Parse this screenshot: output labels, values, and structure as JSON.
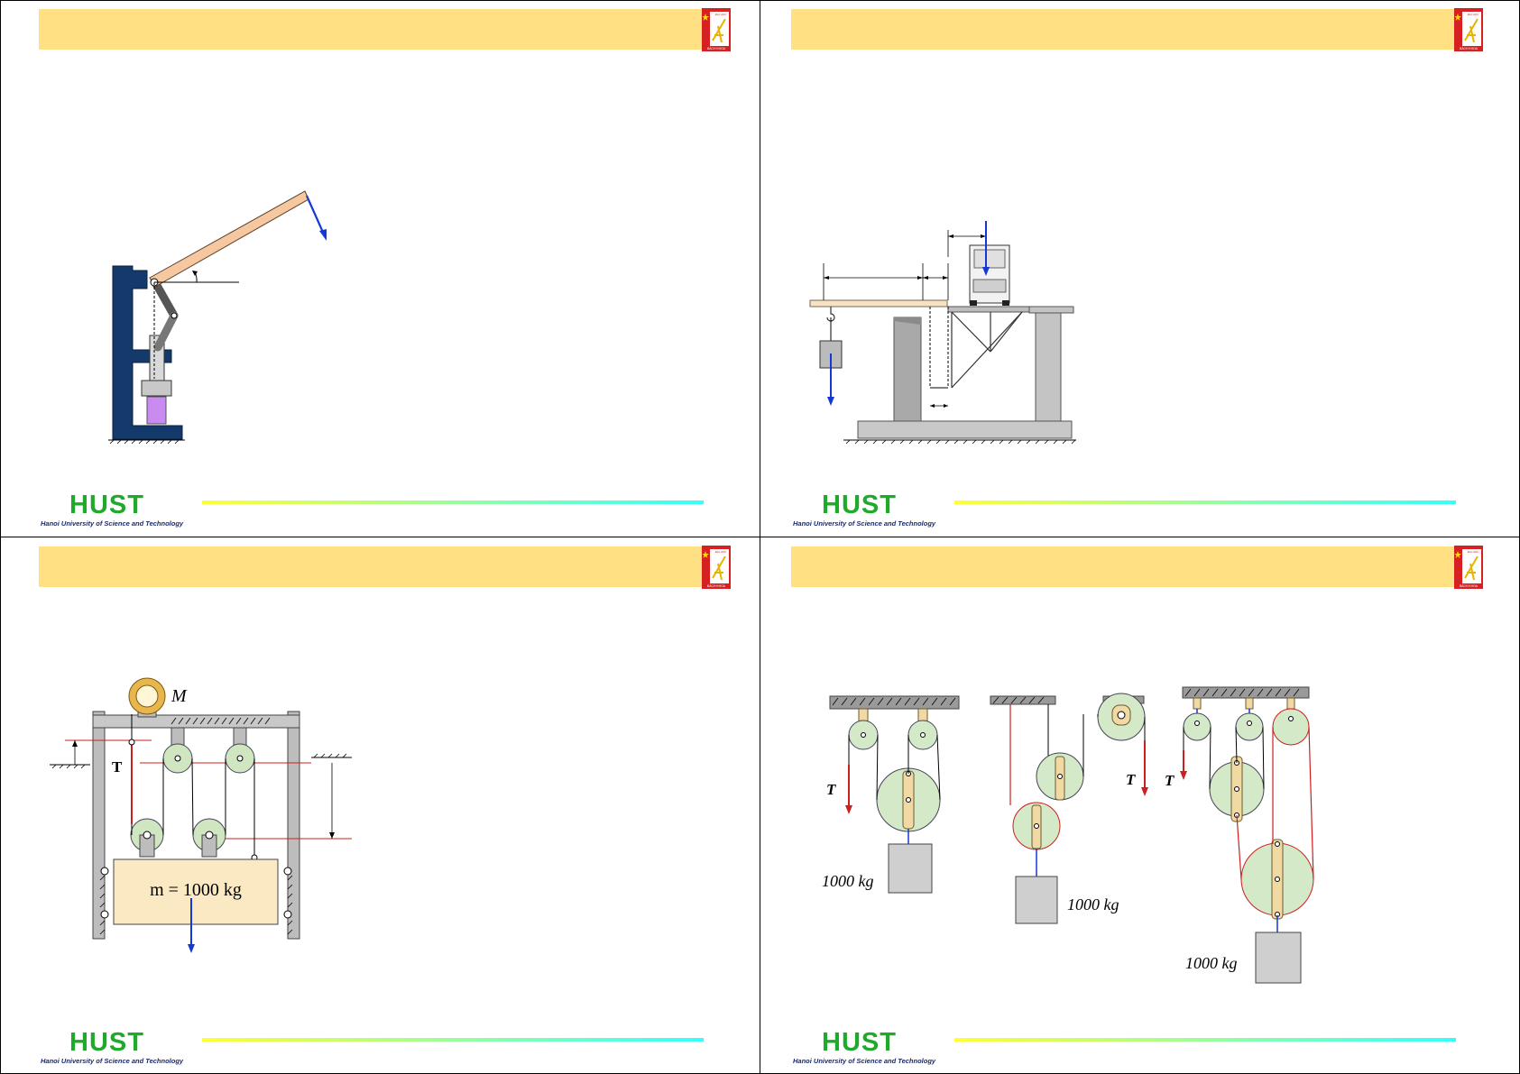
{
  "footer": {
    "logo_word": "HUST",
    "logo_subtitle": "Hanoi University of Science and Technology"
  },
  "logo": {
    "small_text_top": "ĐẠI HỌC",
    "small_text_bottom": "BÁCH KHOA"
  },
  "slide3": {
    "motor_label": "M",
    "tension_label": "T",
    "mass_label": "m = 1000 kg"
  },
  "slide4": {
    "tension_label": "T",
    "mass_label": "1000 kg"
  },
  "colors": {
    "title_bar": "#ffe083",
    "hust_green": "#1faa2b",
    "force_arrow": "#1438d6",
    "rope_red": "#cc1f1f"
  }
}
